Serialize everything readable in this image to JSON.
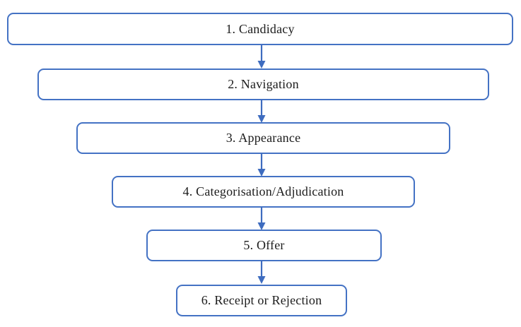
{
  "figure": {
    "type": "flowchart",
    "direction": "top-down",
    "steps": [
      {
        "label": "1. Candidacy"
      },
      {
        "label": "2. Navigation"
      },
      {
        "label": "3. Appearance"
      },
      {
        "label": "4. Categorisation/Adjudication"
      },
      {
        "label": "5. Offer"
      },
      {
        "label": "6. Receipt or Rejection"
      }
    ],
    "connector_icon": "down-arrow",
    "colors": {
      "box_border": "#4472C4",
      "box_fill": "#FFFFFF",
      "arrow": "#3E6CBF",
      "text": "#1C1C1C",
      "background": "#FFFFFF"
    }
  }
}
